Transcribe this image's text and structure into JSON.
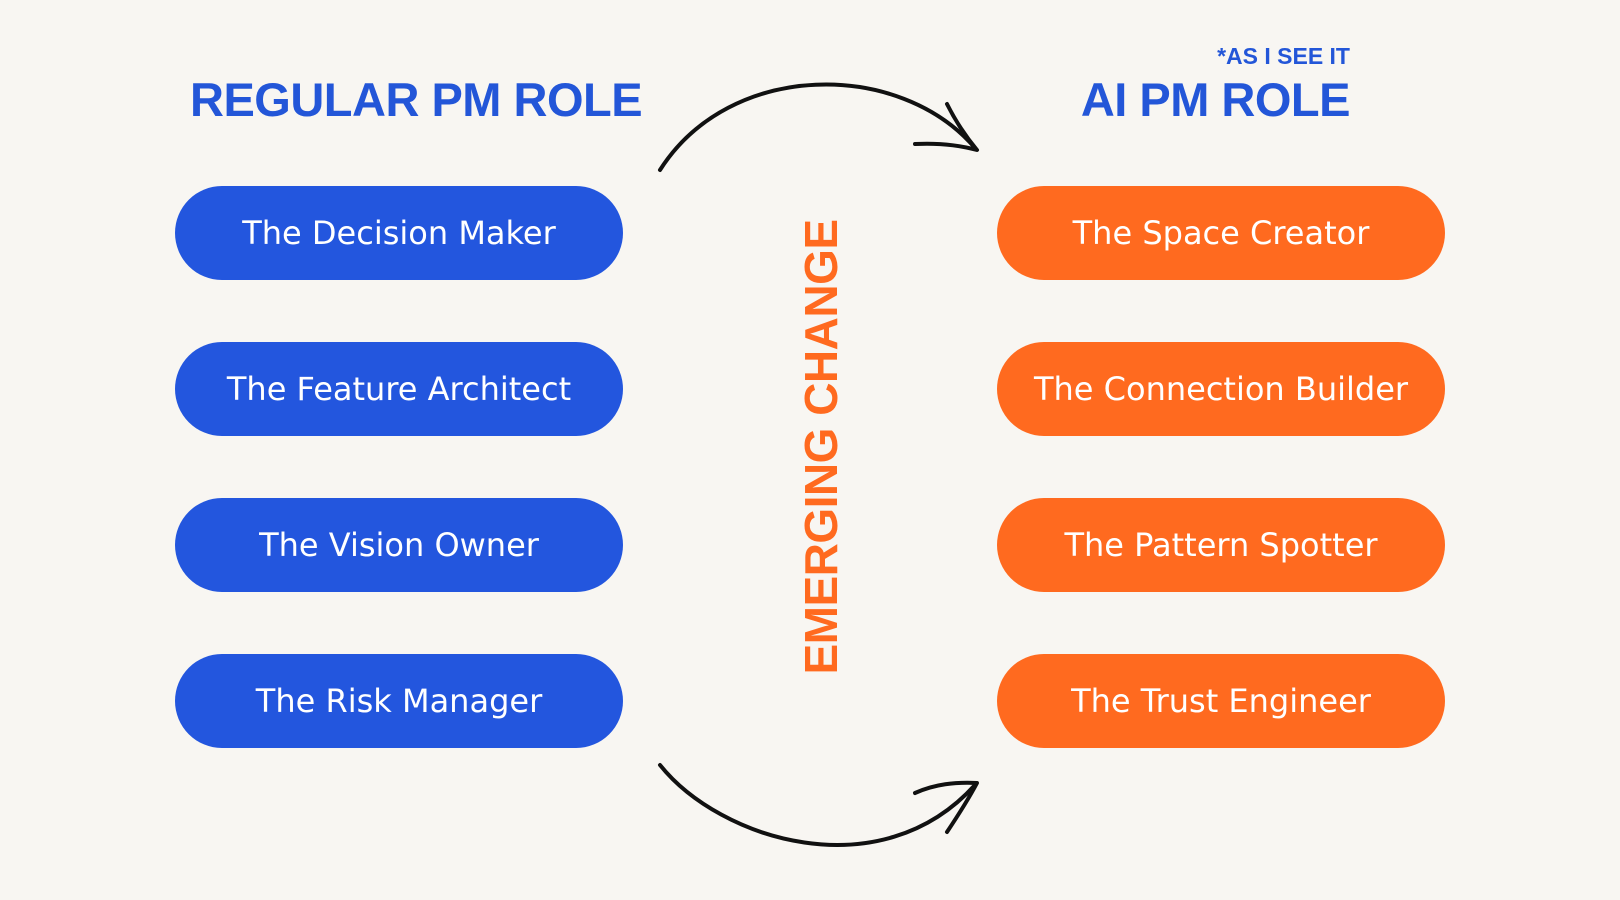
{
  "left": {
    "title": "REGULAR PM ROLE",
    "items": [
      {
        "label": "The Decision Maker"
      },
      {
        "label": "The Feature Architect"
      },
      {
        "label": "The Vision Owner"
      },
      {
        "label": "The Risk Manager"
      }
    ]
  },
  "right": {
    "note": "*AS I SEE IT",
    "title": "AI PM ROLE",
    "items": [
      {
        "label": "The Space Creator"
      },
      {
        "label": "The Connection Builder"
      },
      {
        "label": "The Pattern Spotter"
      },
      {
        "label": "The Trust Engineer"
      }
    ]
  },
  "center": {
    "label": "EMERGING CHANGE"
  },
  "colors": {
    "background": "#f8f6f2",
    "blue": "#2356de",
    "orange": "#ff6a1f",
    "arrow": "#111111"
  },
  "icons": [
    "arrow-top-icon",
    "arrow-bottom-icon"
  ]
}
